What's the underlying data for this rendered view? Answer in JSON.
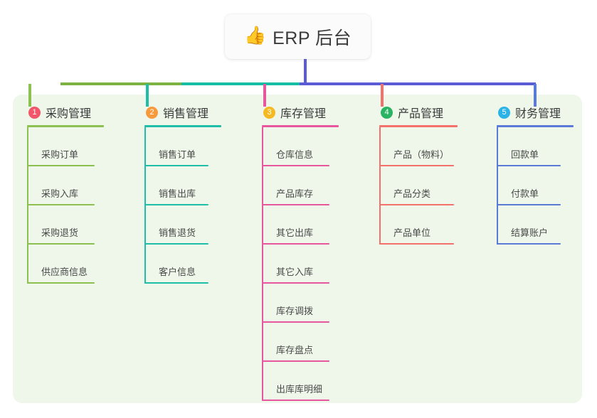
{
  "root": {
    "icon": "thumbs-up-emoji",
    "emoji": "👍",
    "title": "ERP 后台"
  },
  "colors": {
    "panel_bg": "#eef7e9",
    "root_stem": "#5b5bd6",
    "bar_green": "#7cb342",
    "bar_teal": "#15bfa5",
    "bar_blue": "#5b5bd6"
  },
  "columns": [
    {
      "number": "1",
      "title": "采购管理",
      "badge_color": "#f2566a",
      "line_color": "#8cc152",
      "items": [
        "采购订单",
        "采购入库",
        "采购退货",
        "供应商信息"
      ]
    },
    {
      "number": "2",
      "title": "销售管理",
      "badge_color": "#f79a3c",
      "line_color": "#1ebfa8",
      "items": [
        "销售订单",
        "销售出库",
        "销售退货",
        "客户信息"
      ]
    },
    {
      "number": "3",
      "title": "库存管理",
      "badge_color": "#f5b921",
      "line_color": "#e8569e",
      "items": [
        "仓库信息",
        "产品库存",
        "其它出库",
        "其它入库",
        "库存调拨",
        "库存盘点",
        "出库库明细"
      ]
    },
    {
      "number": "4",
      "title": "产品管理",
      "badge_color": "#28b463",
      "line_color": "#f4706a",
      "items": [
        "产品（物料）",
        "产品分类",
        "产品单位"
      ]
    },
    {
      "number": "5",
      "title": "财务管理",
      "badge_color": "#2bb3e8",
      "line_color": "#5b79d6",
      "items": [
        "回款单",
        "付款单",
        "结算账户"
      ]
    }
  ]
}
